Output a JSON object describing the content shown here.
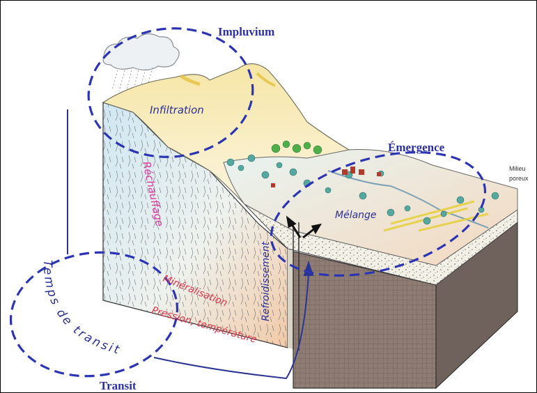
{
  "labels": {
    "impluvium": "Impluvium",
    "emergence": "Émergence",
    "transit": "Transit",
    "infiltration": "Infiltration",
    "rechauffage": "Réchauffage",
    "melange": "Mélange",
    "mineralisation": "Minéralisation",
    "pression_temperature": "Pression, température",
    "refroidissement": "Refroidissement",
    "temps_de_transit": "Temps de transit",
    "milieu": "Milieu",
    "poreux": "poreux"
  },
  "colors": {
    "title_blue": "#2b2fa8",
    "dash_blue": "#2b34b5",
    "hand_blue": "#2a2f9a",
    "hand_red": "#e0344a",
    "hand_pink": "#e0339a",
    "black": "#111111"
  }
}
